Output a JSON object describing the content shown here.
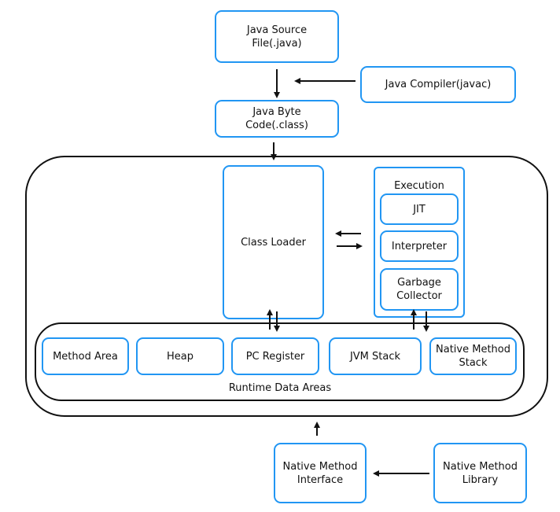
{
  "nodes": {
    "java_source": "Java Source\nFile(.java)",
    "java_compiler": "Java Compiler(javac)",
    "byte_code": "Java Byte\nCode(.class)",
    "class_loader": "Class Loader",
    "execution": "Execution",
    "jit": "JIT",
    "interpreter": "Interpreter",
    "garbage_collector": "Garbage\nCollector",
    "method_area": "Method Area",
    "heap": "Heap",
    "pc_register": "PC Register",
    "jvm_stack": "JVM Stack",
    "native_method_stack": "Native Method\nStack",
    "runtime_data_areas": "Runtime Data Areas",
    "native_method_interface": "Native Method\nInterface",
    "native_method_library": "Native Method\nLibrary"
  },
  "colors": {
    "box_border": "#2196f3",
    "container_border": "#111111",
    "arrow": "#111111"
  }
}
